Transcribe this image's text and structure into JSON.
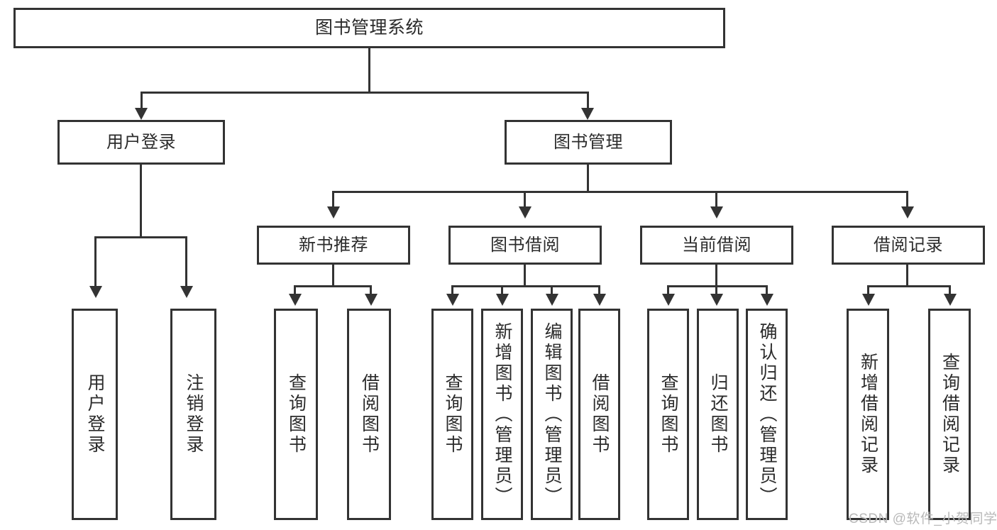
{
  "diagram": {
    "type": "tree-hierarchy",
    "title": "图书管理系统",
    "root": {
      "id": "root",
      "label": "图书管理系统"
    },
    "level2": [
      {
        "id": "user-login",
        "label": "用户登录"
      },
      {
        "id": "book-manage",
        "label": "图书管理"
      }
    ],
    "level3": [
      {
        "id": "new-book-recommend",
        "label": "新书推荐",
        "parent": "book-manage"
      },
      {
        "id": "book-borrow",
        "label": "图书借阅",
        "parent": "book-manage"
      },
      {
        "id": "current-borrow",
        "label": "当前借阅",
        "parent": "book-manage"
      },
      {
        "id": "borrow-record",
        "label": "借阅记录",
        "parent": "book-manage"
      }
    ],
    "leaves": [
      {
        "id": "leaf-user-login",
        "label": "用户登录",
        "parent": "user-login"
      },
      {
        "id": "leaf-logout",
        "label": "注销登录",
        "parent": "user-login"
      },
      {
        "id": "leaf-query-book-1",
        "label": "查询图书",
        "parent": "new-book-recommend"
      },
      {
        "id": "leaf-borrow-book-1",
        "label": "借阅图书",
        "parent": "new-book-recommend"
      },
      {
        "id": "leaf-query-book-2",
        "label": "查询图书",
        "parent": "book-borrow"
      },
      {
        "id": "leaf-add-book",
        "label": "新增图书（管理员）",
        "parent": "book-borrow"
      },
      {
        "id": "leaf-edit-book",
        "label": "编辑图书（管理员）",
        "parent": "book-borrow"
      },
      {
        "id": "leaf-borrow-book-2",
        "label": "借阅图书",
        "parent": "book-borrow"
      },
      {
        "id": "leaf-query-book-3",
        "label": "查询图书",
        "parent": "current-borrow"
      },
      {
        "id": "leaf-return-book",
        "label": "归还图书",
        "parent": "current-borrow"
      },
      {
        "id": "leaf-confirm-return",
        "label": "确认归还（管理员）",
        "parent": "current-borrow"
      },
      {
        "id": "leaf-add-record",
        "label": "新增借阅记录",
        "parent": "borrow-record"
      },
      {
        "id": "leaf-query-record",
        "label": "查询借阅记录",
        "parent": "borrow-record"
      }
    ],
    "colors": {
      "stroke": "#333333",
      "fill": "#ffffff",
      "text": "#2b2b2b",
      "watermark": "#b9b9b9"
    }
  },
  "watermark": {
    "text": "CSDN @软件_小贺同学"
  }
}
